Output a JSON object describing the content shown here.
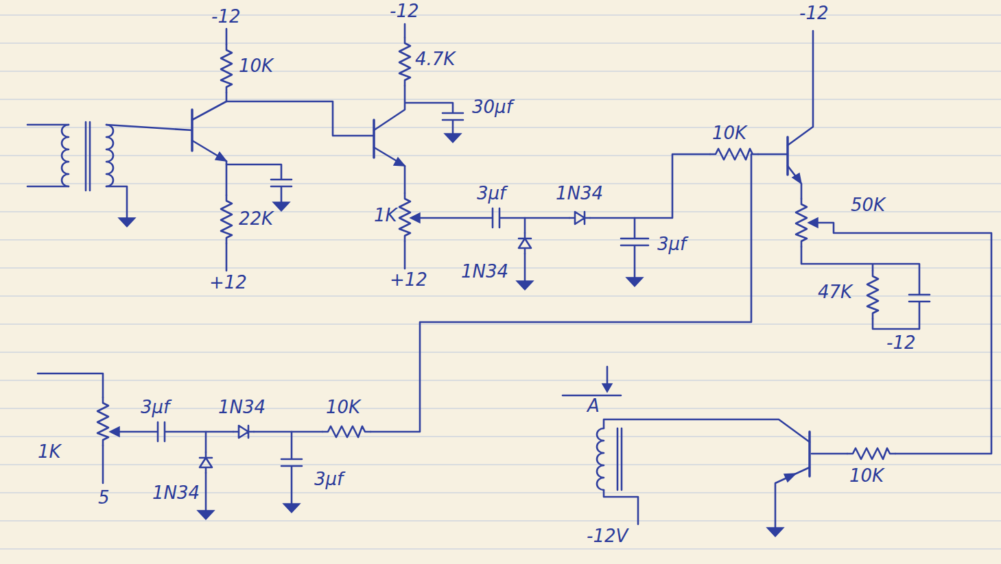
{
  "diagram": {
    "labels": [
      "-12",
      "10K",
      "22K",
      "+12",
      "-12",
      "4.7K",
      "30μf",
      "1K",
      "+12",
      "3μf",
      "1N34",
      "1N34",
      "3μf",
      "-12",
      "10K",
      "50K",
      "47K",
      "-12",
      "A",
      "-12V",
      "10K",
      "1K",
      "5",
      "3μf",
      "1N34",
      "10K",
      "1N34",
      "3μf"
    ]
  }
}
